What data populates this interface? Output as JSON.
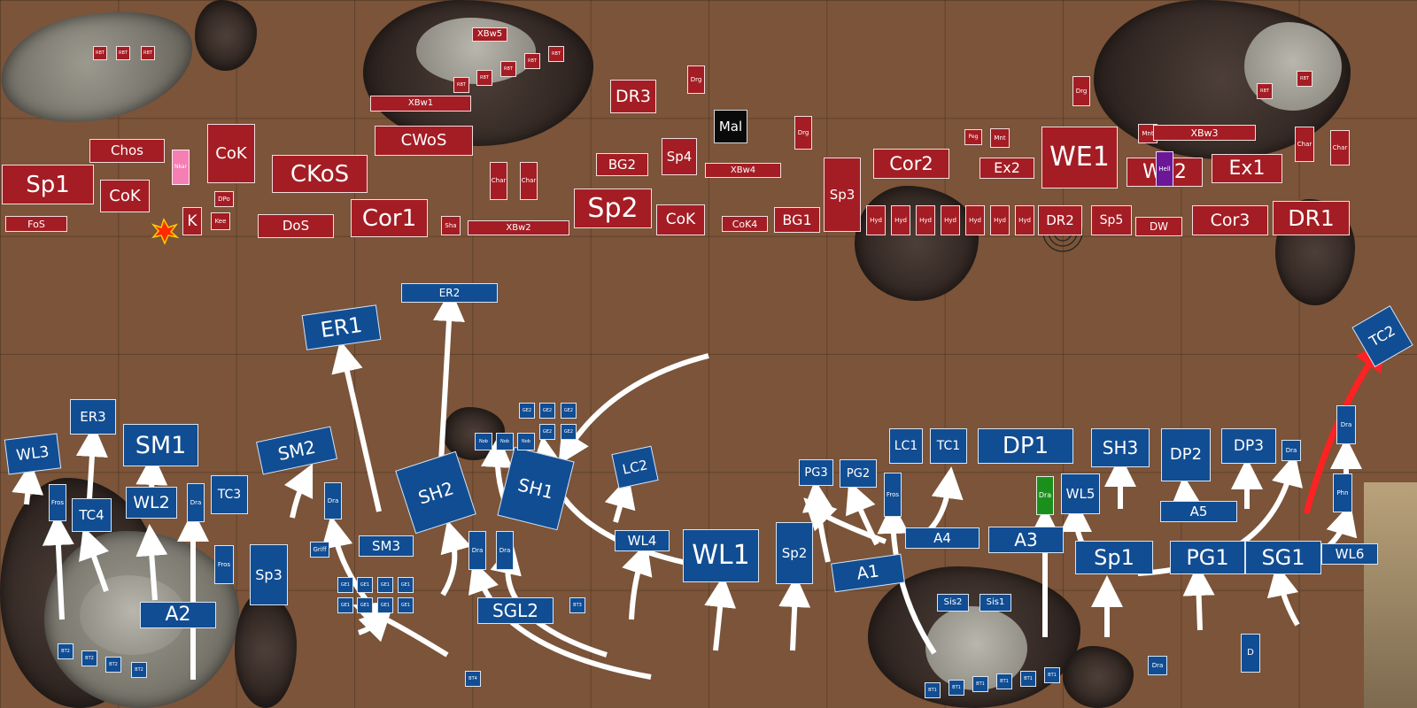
{
  "board": {
    "title": "",
    "armies": {
      "red": "#a41d24",
      "blue": "#114d93"
    }
  },
  "red_units": [
    {
      "id": "r1",
      "label": "RBT"
    },
    {
      "id": "r2",
      "label": "RBT"
    },
    {
      "id": "r3",
      "label": "RBT"
    },
    {
      "id": "r4",
      "label": "XBw5"
    },
    {
      "id": "r5",
      "label": "RBT"
    },
    {
      "id": "r6",
      "label": "RBT"
    },
    {
      "id": "r7",
      "label": "RBT"
    },
    {
      "id": "r8",
      "label": "RBT"
    },
    {
      "id": "r9",
      "label": "RBT"
    },
    {
      "id": "r10",
      "label": "DR3"
    },
    {
      "id": "r11",
      "label": "Drg"
    },
    {
      "id": "r12",
      "label": "XBw1"
    },
    {
      "id": "r13",
      "label": "CWoS"
    },
    {
      "id": "r14",
      "label": "Chos"
    },
    {
      "id": "r15",
      "label": "CoK"
    },
    {
      "id": "r16",
      "label": "CKoS"
    },
    {
      "id": "r17",
      "label": "Sp1"
    },
    {
      "id": "r18",
      "label": "CoK"
    },
    {
      "id": "r19",
      "label": "FoS"
    },
    {
      "id": "r20",
      "label": "K"
    },
    {
      "id": "r21",
      "label": "DPo"
    },
    {
      "id": "r22",
      "label": "Kee"
    },
    {
      "id": "r23",
      "label": "DoS"
    },
    {
      "id": "r24",
      "label": "Cor1"
    },
    {
      "id": "r25",
      "label": "Sha"
    },
    {
      "id": "r26",
      "label": "XBw2"
    },
    {
      "id": "r27",
      "label": "Char"
    },
    {
      "id": "r28",
      "label": "Char"
    },
    {
      "id": "r29",
      "label": "Sp2"
    },
    {
      "id": "r30",
      "label": "BG2"
    },
    {
      "id": "r31",
      "label": "Sp4"
    },
    {
      "id": "r32",
      "label": "CoK"
    },
    {
      "id": "r33",
      "label": "XBw4"
    },
    {
      "id": "r34",
      "label": "CoK4"
    },
    {
      "id": "r35",
      "label": "Drg"
    },
    {
      "id": "r36",
      "label": "BG1"
    },
    {
      "id": "r37",
      "label": "Sp3"
    },
    {
      "id": "r38",
      "label": "Cor2"
    },
    {
      "id": "r39",
      "label": "Peg"
    },
    {
      "id": "r40",
      "label": "Mnt"
    },
    {
      "id": "r41",
      "label": "Ex2"
    },
    {
      "id": "r42",
      "label": "Drg"
    },
    {
      "id": "r43",
      "label": "WE1"
    },
    {
      "id": "r44",
      "label": "Hyd"
    },
    {
      "id": "r45",
      "label": "Hyd"
    },
    {
      "id": "r46",
      "label": "Hyd"
    },
    {
      "id": "r47",
      "label": "Hyd"
    },
    {
      "id": "r48",
      "label": "Hyd"
    },
    {
      "id": "r49",
      "label": "Hyd"
    },
    {
      "id": "r50",
      "label": "Hyd"
    },
    {
      "id": "r51",
      "label": "Hyd"
    },
    {
      "id": "r52",
      "label": "DR2"
    },
    {
      "id": "r53",
      "label": "Sp5"
    },
    {
      "id": "r54",
      "label": "DW"
    },
    {
      "id": "r55",
      "label": "Mnt"
    },
    {
      "id": "r56",
      "label": "XBw3"
    },
    {
      "id": "r57",
      "label": "WE2"
    },
    {
      "id": "r58",
      "label": "Ex1"
    },
    {
      "id": "r59",
      "label": "Cor3"
    },
    {
      "id": "r60",
      "label": "DR1"
    },
    {
      "id": "r61",
      "label": "RBT"
    },
    {
      "id": "r62",
      "label": "RBT"
    },
    {
      "id": "r63",
      "label": "Char"
    },
    {
      "id": "r64",
      "label": "Char"
    }
  ],
  "special_units": [
    {
      "id": "s1",
      "label": "Mal"
    },
    {
      "id": "s2",
      "label": "Nkar"
    },
    {
      "id": "s3",
      "label": "Hell"
    },
    {
      "id": "s4",
      "label": "Dra"
    }
  ],
  "blue_units": [
    {
      "id": "b1",
      "label": "ER2"
    },
    {
      "id": "b2",
      "label": "ER1"
    },
    {
      "id": "b3",
      "label": "ER3"
    },
    {
      "id": "b4",
      "label": "WL3"
    },
    {
      "id": "b5",
      "label": "SM1"
    },
    {
      "id": "b6",
      "label": "SM2"
    },
    {
      "id": "b7",
      "label": "TC4"
    },
    {
      "id": "b8",
      "label": "WL2"
    },
    {
      "id": "b9",
      "label": "TC3"
    },
    {
      "id": "b10",
      "label": "Fros"
    },
    {
      "id": "b11",
      "label": "Dra"
    },
    {
      "id": "b12",
      "label": "Fros"
    },
    {
      "id": "b13",
      "label": "Sp3"
    },
    {
      "id": "b14",
      "label": "Dra"
    },
    {
      "id": "b15",
      "label": "Griff"
    },
    {
      "id": "b16",
      "label": "SM3"
    },
    {
      "id": "b17",
      "label": "SH2"
    },
    {
      "id": "b18",
      "label": "SH1"
    },
    {
      "id": "b19",
      "label": "Dra"
    },
    {
      "id": "b20",
      "label": "Dra"
    },
    {
      "id": "b21",
      "label": "SGL2"
    },
    {
      "id": "b22",
      "label": "A2"
    },
    {
      "id": "b23",
      "label": "LC2"
    },
    {
      "id": "b24",
      "label": "WL4"
    },
    {
      "id": "b25",
      "label": "WL1"
    },
    {
      "id": "b26",
      "label": "Sp2"
    },
    {
      "id": "b27",
      "label": "PG3"
    },
    {
      "id": "b28",
      "label": "PG2"
    },
    {
      "id": "b29",
      "label": "LC1"
    },
    {
      "id": "b30",
      "label": "TC1"
    },
    {
      "id": "b31",
      "label": "Fros"
    },
    {
      "id": "b32",
      "label": "A4"
    },
    {
      "id": "b33",
      "label": "A1"
    },
    {
      "id": "b34",
      "label": "DP1"
    },
    {
      "id": "b35",
      "label": "A3"
    },
    {
      "id": "b36",
      "label": "SH3"
    },
    {
      "id": "b37",
      "label": "WL5"
    },
    {
      "id": "b38",
      "label": "Sp1"
    },
    {
      "id": "b39",
      "label": "DP2"
    },
    {
      "id": "b40",
      "label": "DP3"
    },
    {
      "id": "b41",
      "label": "A5"
    },
    {
      "id": "b42",
      "label": "PG1"
    },
    {
      "id": "b43",
      "label": "SG1"
    },
    {
      "id": "b44",
      "label": "Dra"
    },
    {
      "id": "b45",
      "label": "Dra"
    },
    {
      "id": "b46",
      "label": "Phn"
    },
    {
      "id": "b47",
      "label": "WL6"
    },
    {
      "id": "b48",
      "label": "TC2"
    },
    {
      "id": "b49",
      "label": "Sis2"
    },
    {
      "id": "b50",
      "label": "Sis1"
    },
    {
      "id": "b51",
      "label": "D"
    },
    {
      "id": "b52",
      "label": "Dra"
    },
    {
      "id": "b53",
      "label": "BT3"
    },
    {
      "id": "b54",
      "label": "BT4"
    },
    {
      "id": "b55",
      "label": "BT2"
    },
    {
      "id": "b56",
      "label": "BT2"
    },
    {
      "id": "b57",
      "label": "BT2"
    },
    {
      "id": "b58",
      "label": "BT2"
    },
    {
      "id": "b59",
      "label": "BT1"
    },
    {
      "id": "b60",
      "label": "BT1"
    },
    {
      "id": "b61",
      "label": "BT1"
    },
    {
      "id": "b62",
      "label": "BT1"
    },
    {
      "id": "b63",
      "label": "BT1"
    },
    {
      "id": "b64",
      "label": "BT1"
    },
    {
      "id": "b65",
      "label": "GE1"
    },
    {
      "id": "b66",
      "label": "GE1"
    },
    {
      "id": "b67",
      "label": "GE1"
    },
    {
      "id": "b68",
      "label": "GE1"
    },
    {
      "id": "b69",
      "label": "GE1"
    },
    {
      "id": "b70",
      "label": "GE1"
    },
    {
      "id": "b71",
      "label": "GE1"
    },
    {
      "id": "b72",
      "label": "GE1"
    },
    {
      "id": "b73",
      "label": "GE2"
    },
    {
      "id": "b74",
      "label": "GE2"
    },
    {
      "id": "b75",
      "label": "GE2"
    },
    {
      "id": "b76",
      "label": "GE2"
    },
    {
      "id": "b77",
      "label": "GE2"
    },
    {
      "id": "b78",
      "label": "Nob"
    },
    {
      "id": "b79",
      "label": "Nob"
    },
    {
      "id": "b80",
      "label": "Nob"
    }
  ]
}
